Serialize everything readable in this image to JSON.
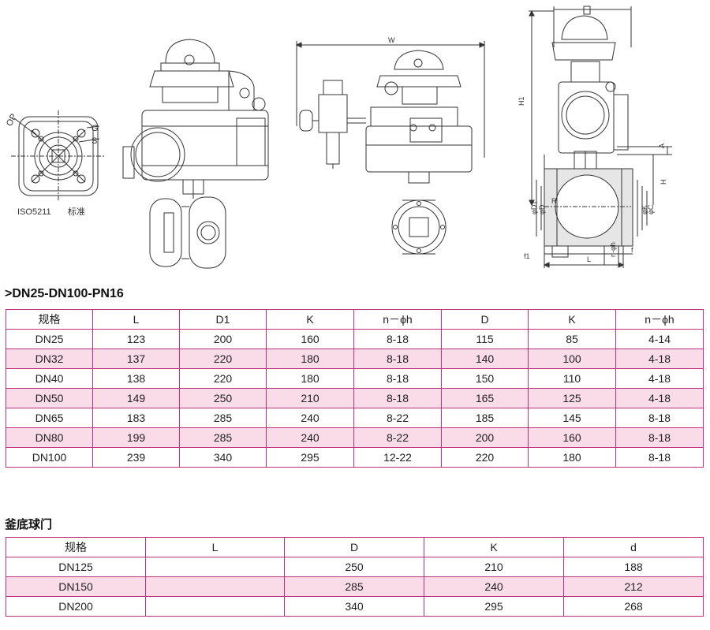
{
  "figure": {
    "flange_labels": {
      "op": "OP",
      "g": "G",
      "s": "S",
      "iso": "ISO5211",
      "std": "标准"
    },
    "dim_w": "W",
    "dim_h1": "H1",
    "dim_h": "H",
    "dim_a": "A",
    "dim_r": "R",
    "dim_l": "L",
    "dim_f": "f",
    "dim_f1": "f1",
    "dim_nh": "n-φh",
    "dim_d": "φD",
    "dim_d1": "φD1",
    "dim_k": "φK",
    "dim_c": "φC"
  },
  "table1": {
    "title": ">DN25-DN100-PN16",
    "headers": [
      "规格",
      "L",
      "D1",
      "K",
      "n－ϕh",
      "D",
      "K",
      "n－ϕh"
    ],
    "rows": [
      [
        "DN25",
        "123",
        "200",
        "160",
        "8-18",
        "115",
        "85",
        "4-14"
      ],
      [
        "DN32",
        "137",
        "220",
        "180",
        "8-18",
        "140",
        "100",
        "4-18"
      ],
      [
        "DN40",
        "138",
        "220",
        "180",
        "8-18",
        "150",
        "110",
        "4-18"
      ],
      [
        "DN50",
        "149",
        "250",
        "210",
        "8-18",
        "165",
        "125",
        "4-18"
      ],
      [
        "DN65",
        "183",
        "285",
        "240",
        "8-22",
        "185",
        "145",
        "8-18"
      ],
      [
        "DN80",
        "199",
        "285",
        "240",
        "8-22",
        "200",
        "160",
        "8-18"
      ],
      [
        "DN100",
        "239",
        "340",
        "295",
        "12-22",
        "220",
        "180",
        "8-18"
      ]
    ]
  },
  "table2": {
    "title": "釜底球门",
    "headers": [
      "规格",
      "L",
      "D",
      "K",
      "d"
    ],
    "rows": [
      [
        "DN125",
        "",
        "250",
        "210",
        "188"
      ],
      [
        "DN150",
        "",
        "285",
        "240",
        "212"
      ],
      [
        "DN200",
        "",
        "340",
        "295",
        "268"
      ]
    ]
  }
}
